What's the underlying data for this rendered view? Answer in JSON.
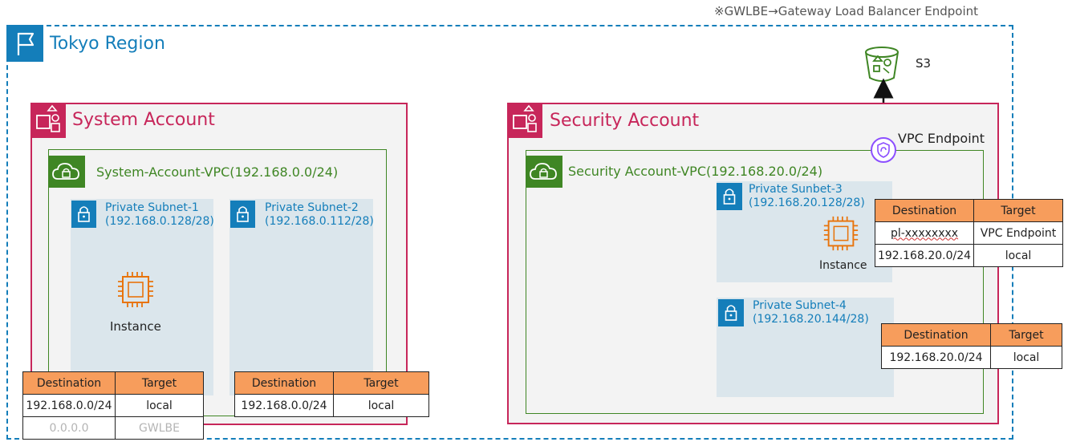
{
  "note": "※GWLBE→Gateway Load Balancer Endpoint",
  "region": {
    "title": "Tokyo Region"
  },
  "s3": {
    "label": "S3"
  },
  "vpc_endpoint": {
    "label": "VPC Endpoint"
  },
  "system_account": {
    "title": "System Account",
    "vpc": "System-Account-VPC(192.168.0.0/24)",
    "subnets": [
      {
        "name": "Private Subnet-1",
        "cidr": "(192.168.0.128/28)"
      },
      {
        "name": "Private Subnet-2",
        "cidr": "(192.168.0.112/28)"
      }
    ],
    "instance_label": "Instance",
    "route_tables": [
      {
        "headers": [
          "Destination",
          "Target"
        ],
        "rows": [
          [
            "192.168.0.0/24",
            "local"
          ],
          [
            "0.0.0.0",
            "GWLBE"
          ]
        ]
      },
      {
        "headers": [
          "Destination",
          "Target"
        ],
        "rows": [
          [
            "192.168.0.0/24",
            "local"
          ]
        ]
      }
    ]
  },
  "security_account": {
    "title": "Security Account",
    "vpc": "Security Account-VPC(192.168.20.0/24)",
    "subnets": [
      {
        "name": "Private Sunbet-3",
        "cidr": "(192.168.20.128/28)"
      },
      {
        "name": "Private Subnet-4",
        "cidr": "(192.168.20.144/28)"
      }
    ],
    "instance_label": "Instance",
    "route_tables": [
      {
        "headers": [
          "Destination",
          "Target"
        ],
        "rows": [
          [
            "pl-xxxxxxxx",
            "VPC Endpoint"
          ],
          [
            "192.168.20.0/24",
            "local"
          ]
        ]
      },
      {
        "headers": [
          "Destination",
          "Target"
        ],
        "rows": [
          [
            "192.168.20.0/24",
            "local"
          ]
        ]
      }
    ]
  },
  "colors": {
    "region": "#147eba",
    "account": "#c7265a",
    "vpc": "#3f8624",
    "subnet_bg": "#dbe6ec",
    "table_header": "#f79d5c",
    "instance": "#e8740c",
    "endpoint": "#8c4fff"
  },
  "icons": [
    "flag-icon",
    "account-icon",
    "cloud-lock-icon",
    "lock-icon",
    "ec2-instance-icon",
    "s3-bucket-icon",
    "vpc-endpoint-icon"
  ]
}
